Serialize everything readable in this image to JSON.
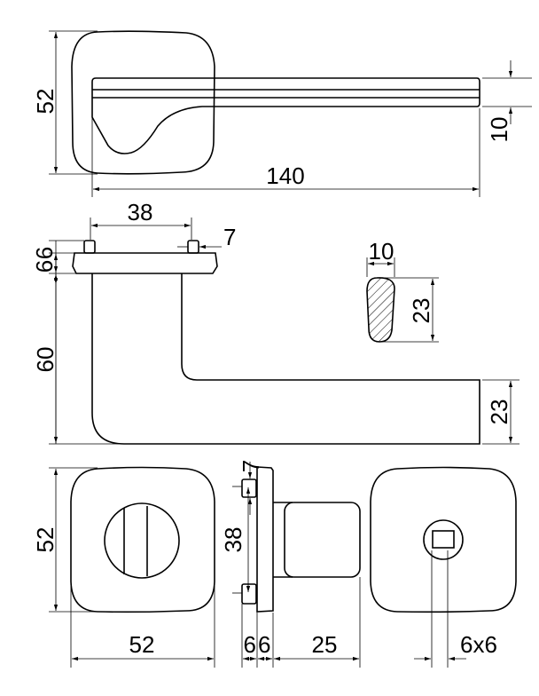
{
  "top_view": {
    "height": "52",
    "length": "140",
    "lever_thickness": "10"
  },
  "side_view": {
    "rose_pin_spacing": "38",
    "pin_size": "7",
    "pin_height": "6",
    "plate_thickness": "6",
    "height": "60",
    "lever_height": "23"
  },
  "cross_section": {
    "width": "10",
    "height": "23"
  },
  "turn_rose": {
    "height": "52",
    "width": "52"
  },
  "turn_side": {
    "pin_size": "7",
    "pin_spacing": "38",
    "pin_height": "6",
    "plate_thickness": "6",
    "knob_length": "25"
  },
  "release_rose": {
    "spindle": "6x6"
  },
  "colors": {
    "line": "#000000",
    "background": "#ffffff"
  }
}
